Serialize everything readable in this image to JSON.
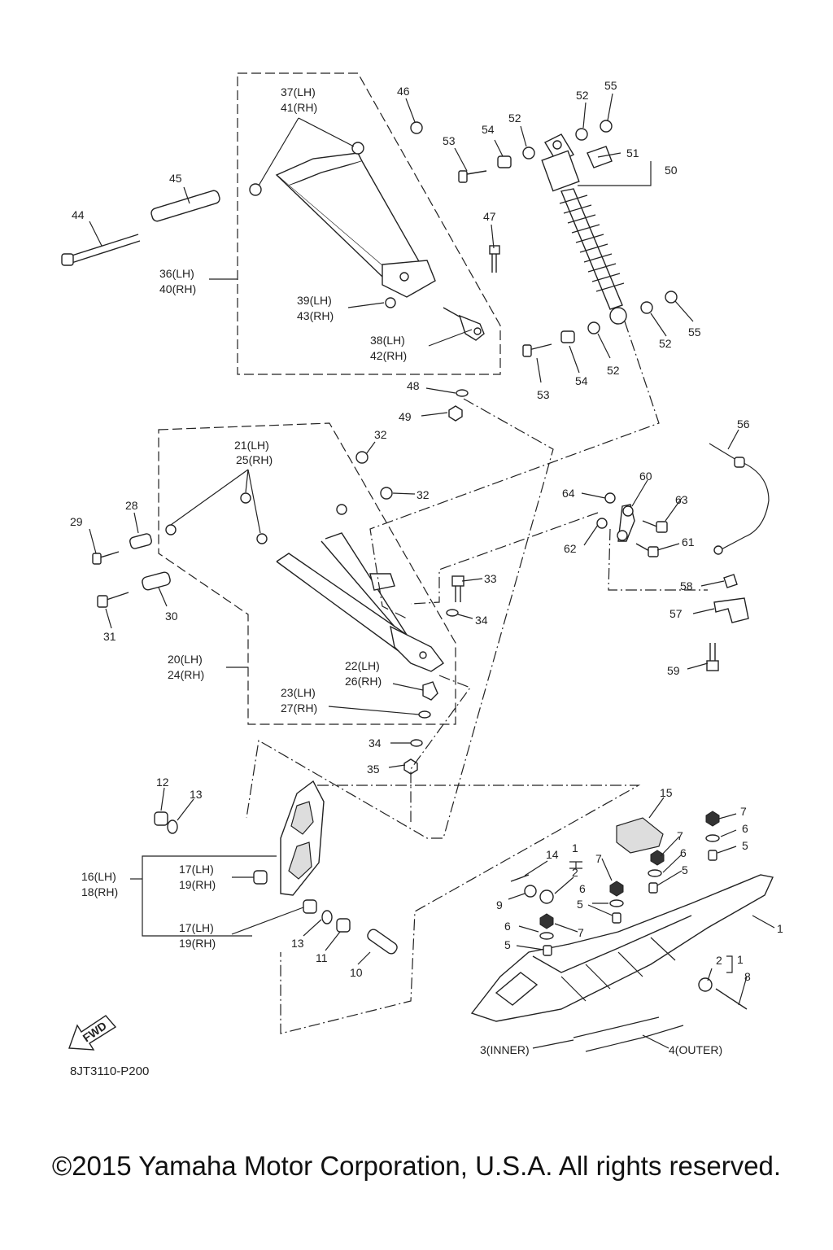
{
  "diagram": {
    "reference_code": "8JT3110-P200",
    "copyright": "©2015 Yamaha Motor Corporation, U.S.A. All rights reserved.",
    "fwd_label": "FWD",
    "labels": [
      {
        "id": "l37",
        "text": "37(LH)"
      },
      {
        "id": "l41",
        "text": "41(RH)"
      },
      {
        "id": "l46",
        "text": "46"
      },
      {
        "id": "l45",
        "text": "45"
      },
      {
        "id": "l44",
        "text": "44"
      },
      {
        "id": "l36",
        "text": "36(LH)"
      },
      {
        "id": "l40",
        "text": "40(RH)"
      },
      {
        "id": "l39",
        "text": "39(LH)"
      },
      {
        "id": "l43",
        "text": "43(RH)"
      },
      {
        "id": "l38",
        "text": "38(LH)"
      },
      {
        "id": "l42",
        "text": "42(RH)"
      },
      {
        "id": "l47",
        "text": "47"
      },
      {
        "id": "l48",
        "text": "48"
      },
      {
        "id": "l49",
        "text": "49"
      },
      {
        "id": "l53a",
        "text": "53"
      },
      {
        "id": "l54a",
        "text": "54"
      },
      {
        "id": "l52a",
        "text": "52"
      },
      {
        "id": "l52b",
        "text": "52"
      },
      {
        "id": "l55a",
        "text": "55"
      },
      {
        "id": "l51",
        "text": "51"
      },
      {
        "id": "l50",
        "text": "50"
      },
      {
        "id": "l52c",
        "text": "52"
      },
      {
        "id": "l55b",
        "text": "55"
      },
      {
        "id": "l52d",
        "text": "52"
      },
      {
        "id": "l53b",
        "text": "53"
      },
      {
        "id": "l54b",
        "text": "54"
      },
      {
        "id": "l21",
        "text": "21(LH)"
      },
      {
        "id": "l25",
        "text": "25(RH)"
      },
      {
        "id": "l32a",
        "text": "32"
      },
      {
        "id": "l32b",
        "text": "32"
      },
      {
        "id": "l28",
        "text": "28"
      },
      {
        "id": "l29",
        "text": "29"
      },
      {
        "id": "l30",
        "text": "30"
      },
      {
        "id": "l31",
        "text": "31"
      },
      {
        "id": "l33",
        "text": "33"
      },
      {
        "id": "l34a",
        "text": "34"
      },
      {
        "id": "l20",
        "text": "20(LH)"
      },
      {
        "id": "l24",
        "text": "24(RH)"
      },
      {
        "id": "l22",
        "text": "22(LH)"
      },
      {
        "id": "l26",
        "text": "26(RH)"
      },
      {
        "id": "l23",
        "text": "23(LH)"
      },
      {
        "id": "l27",
        "text": "27(RH)"
      },
      {
        "id": "l34b",
        "text": "34"
      },
      {
        "id": "l35",
        "text": "35"
      },
      {
        "id": "l56",
        "text": "56"
      },
      {
        "id": "l60",
        "text": "60"
      },
      {
        "id": "l64",
        "text": "64"
      },
      {
        "id": "l63",
        "text": "63"
      },
      {
        "id": "l62",
        "text": "62"
      },
      {
        "id": "l61",
        "text": "61"
      },
      {
        "id": "l58",
        "text": "58"
      },
      {
        "id": "l57",
        "text": "57"
      },
      {
        "id": "l59",
        "text": "59"
      },
      {
        "id": "l12",
        "text": "12"
      },
      {
        "id": "l13a",
        "text": "13"
      },
      {
        "id": "l16",
        "text": "16(LH)"
      },
      {
        "id": "l18",
        "text": "18(RH)"
      },
      {
        "id": "l17a",
        "text": "17(LH)"
      },
      {
        "id": "l19a",
        "text": "19(RH)"
      },
      {
        "id": "l17b",
        "text": "17(LH)"
      },
      {
        "id": "l19b",
        "text": "19(RH)"
      },
      {
        "id": "l13b",
        "text": "13"
      },
      {
        "id": "l11",
        "text": "11"
      },
      {
        "id": "l10",
        "text": "10"
      },
      {
        "id": "l15",
        "text": "15"
      },
      {
        "id": "l14",
        "text": "14"
      },
      {
        "id": "l1a",
        "text": "1"
      },
      {
        "id": "l2a",
        "text": "2"
      },
      {
        "id": "l9",
        "text": "9"
      },
      {
        "id": "l7a",
        "text": "7"
      },
      {
        "id": "l6a",
        "text": "6"
      },
      {
        "id": "l5a",
        "text": "5"
      },
      {
        "id": "l7b",
        "text": "7"
      },
      {
        "id": "l6b",
        "text": "6"
      },
      {
        "id": "l5b",
        "text": "5"
      },
      {
        "id": "l7c",
        "text": "7"
      },
      {
        "id": "l6c",
        "text": "6"
      },
      {
        "id": "l5c",
        "text": "5"
      },
      {
        "id": "l6d",
        "text": "6"
      },
      {
        "id": "l7d",
        "text": "7"
      },
      {
        "id": "l5d",
        "text": "5"
      },
      {
        "id": "l1b",
        "text": "1"
      },
      {
        "id": "l2b",
        "text": "2"
      },
      {
        "id": "l1c",
        "text": "1"
      },
      {
        "id": "l8",
        "text": "8"
      },
      {
        "id": "l3",
        "text": "3(INNER)"
      },
      {
        "id": "l4",
        "text": "4(OUTER)"
      }
    ]
  }
}
